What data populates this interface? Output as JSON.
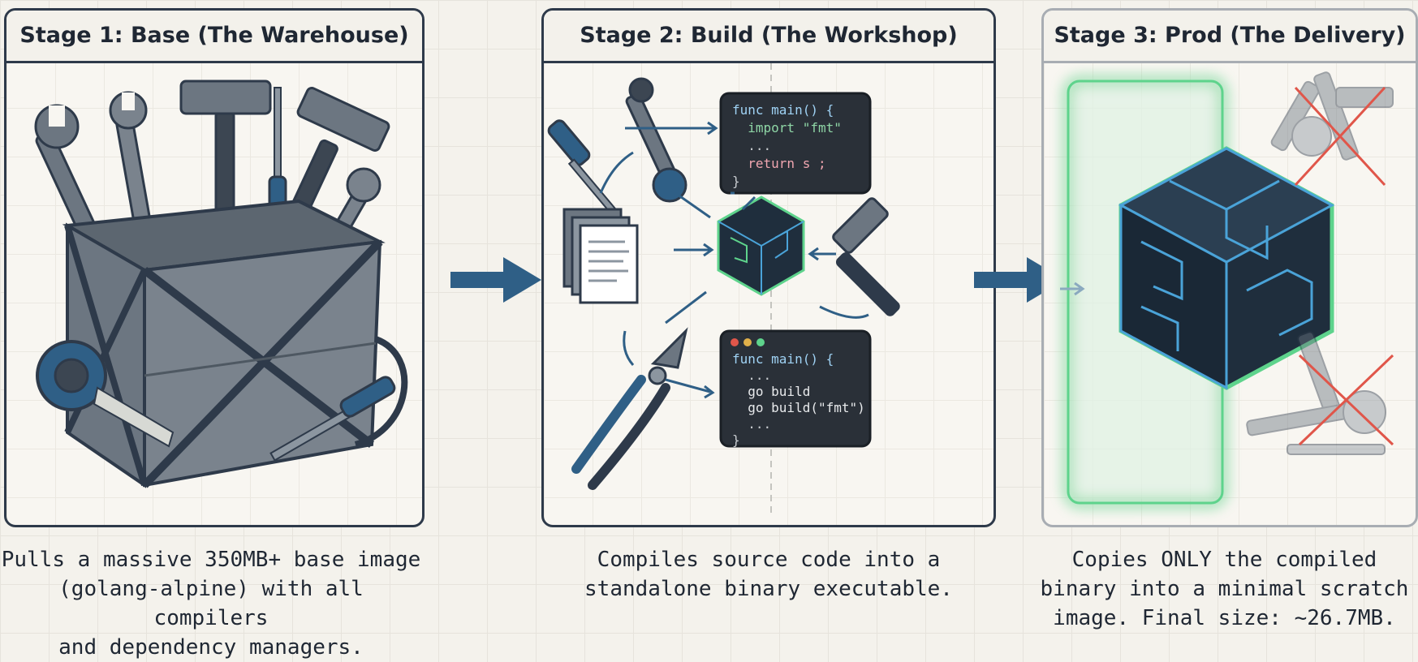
{
  "stages": [
    {
      "title": "Stage 1: Base (The Warehouse)",
      "caption": "Pulls a massive 350MB+ base image\n(golang-alpine) with all compilers\nand dependency managers."
    },
    {
      "title": "Stage 2: Build (The Workshop)",
      "caption": "Compiles source code into a\nstandalone binary executable.",
      "code_top": [
        "func main() {",
        "  import \"fmt\"",
        "  ...",
        "  return s ;",
        "}"
      ],
      "code_bottom": [
        "func main() {",
        "  ...",
        "  go build",
        "  go build(\"fmt\")",
        "  ...",
        "}"
      ]
    },
    {
      "title": "Stage 3: Prod (The Delivery)",
      "caption": "Copies ONLY the compiled\nbinary into a minimal scratch\nimage. Final size: ~26.7MB."
    }
  ],
  "colors": {
    "outline": "#2e3a4a",
    "accent_blue": "#2f5f86",
    "cube_dark": "#1f2e3d",
    "cube_line": "#4aa3d8",
    "cube_glow": "#5ed38c",
    "cross_red": "#e0564a",
    "code_bg": "#2a3038"
  },
  "icons": [
    "crate-icon",
    "wrench-icon",
    "hammer-icon",
    "screwdriver-icon",
    "pliers-icon",
    "tape-measure-icon",
    "document-icon",
    "binary-cube-icon",
    "terminal-icon",
    "red-cross-icon"
  ]
}
